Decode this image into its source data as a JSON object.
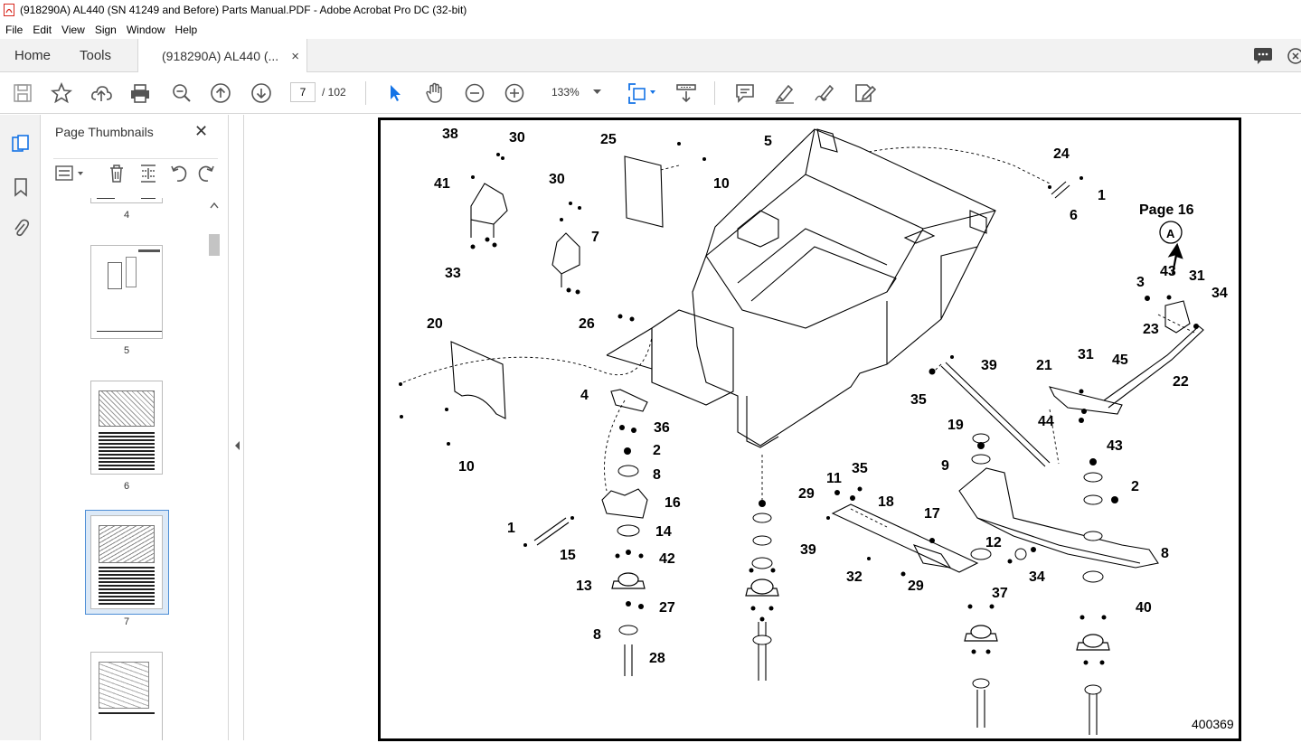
{
  "window": {
    "title": "(918290A) AL440 (SN 41249 and Before) Parts Manual.PDF - Adobe Acrobat Pro DC (32-bit)"
  },
  "menu": [
    "File",
    "Edit",
    "View",
    "Sign",
    "Window",
    "Help"
  ],
  "tabs": {
    "home": "Home",
    "tools": "Tools",
    "document": "(918290A) AL440 (...",
    "close": "×"
  },
  "toolbar": {
    "current_page": "7",
    "page_total": "/ 102",
    "zoom": "133%"
  },
  "sidebar": {
    "panel_title": "Page Thumbnails",
    "close": "✕",
    "thumbnails": [
      {
        "label": "4"
      },
      {
        "label": "5"
      },
      {
        "label": "6"
      },
      {
        "label": "7",
        "selected": true
      }
    ]
  },
  "drawing": {
    "callouts": [
      "38",
      "30",
      "25",
      "5",
      "24",
      "1",
      "6",
      "41",
      "30",
      "10",
      "33",
      "7",
      "Page 16",
      "A",
      "3",
      "43",
      "31",
      "34",
      "26",
      "23",
      "20",
      "39",
      "31",
      "45",
      "22",
      "21",
      "35",
      "4",
      "36",
      "19",
      "44",
      "43",
      "10",
      "2",
      "8",
      "9",
      "2",
      "11",
      "35",
      "29",
      "18",
      "16",
      "1",
      "14",
      "15",
      "17",
      "39",
      "42",
      "12",
      "8",
      "32",
      "29",
      "37",
      "34",
      "13",
      "27",
      "40",
      "8",
      "28"
    ],
    "figure_number": "400369"
  },
  "icons": {
    "pdf": "pdf-file-icon",
    "comment": "comment-icon",
    "close_window": "close-icon"
  },
  "colors": {
    "accent": "#1473e6",
    "pdf_red": "#d7261c"
  }
}
